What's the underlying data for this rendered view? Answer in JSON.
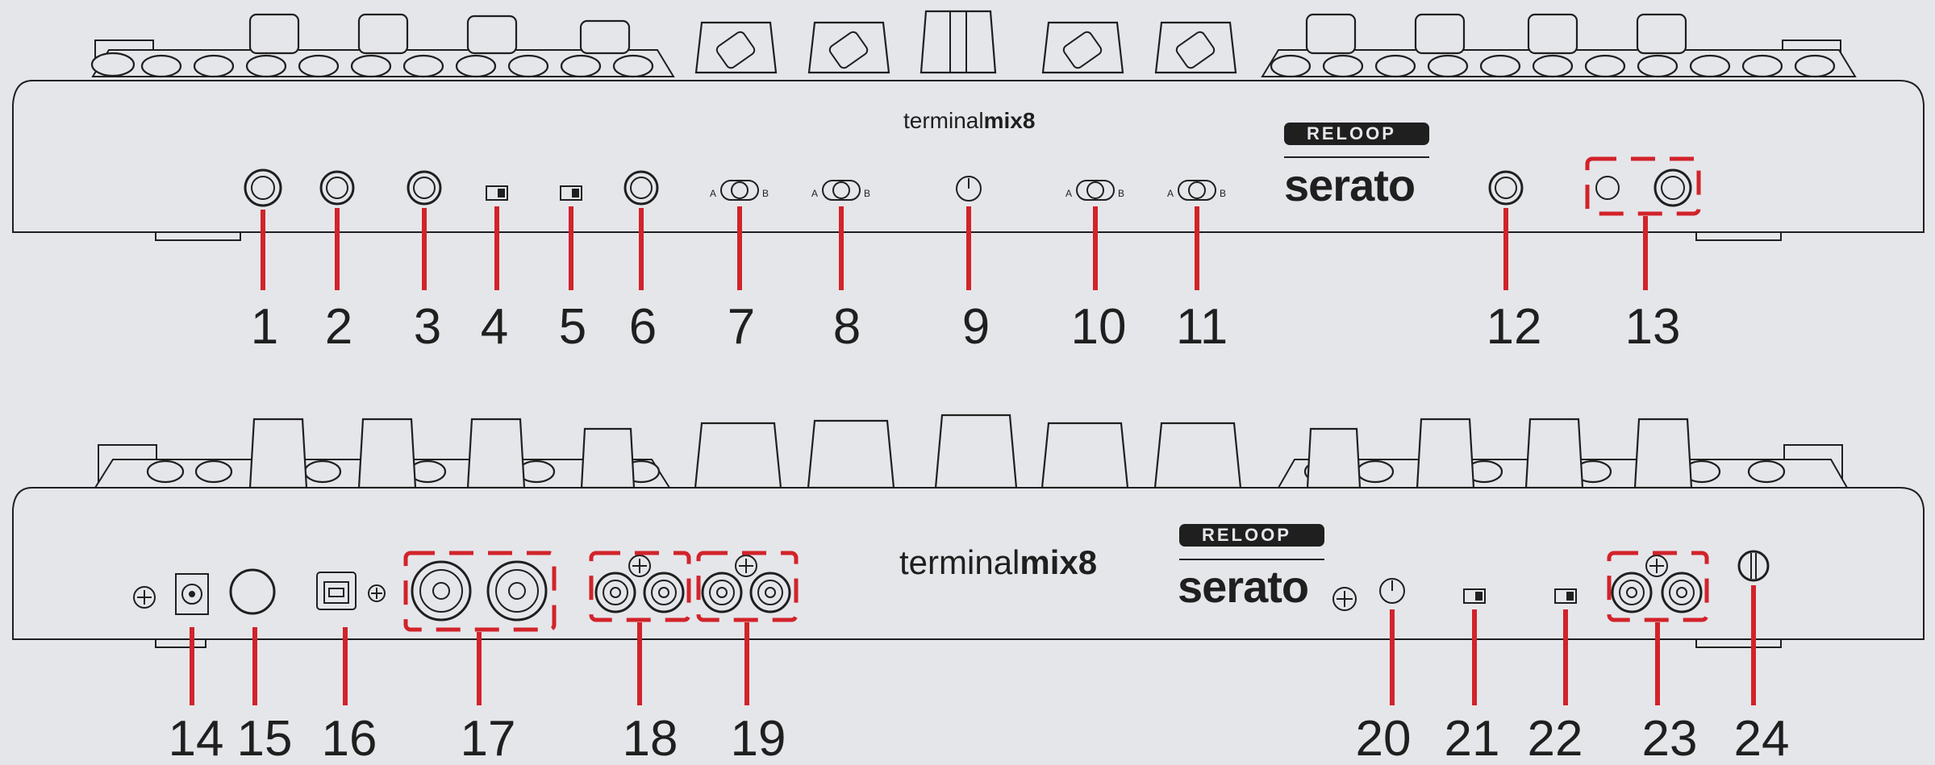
{
  "product": {
    "model_light": "terminal",
    "model_bold": "mix8",
    "reloop": "RELOOP",
    "serato": "serato"
  },
  "switch_labels": {
    "a": "A",
    "b": "B"
  },
  "top_callouts": [
    "1",
    "2",
    "3",
    "4",
    "5",
    "6",
    "7",
    "8",
    "9",
    "10",
    "11",
    "12",
    "13"
  ],
  "bottom_callouts": [
    "14",
    "15",
    "16",
    "17",
    "18",
    "19",
    "20",
    "21",
    "22",
    "23",
    "24"
  ],
  "colors": {
    "background": "#e5e6ea",
    "line": "#1f1f1f",
    "callout": "#d2232a"
  }
}
